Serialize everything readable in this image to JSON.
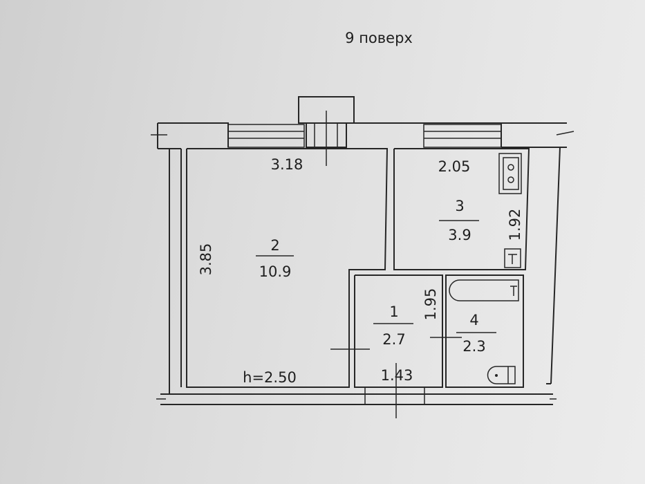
{
  "floor_label": "9 поверх",
  "ceiling_height": "h=2.50",
  "rooms": [
    {
      "number": "1",
      "area": "2.7",
      "dims": [
        "1.43",
        "1.95"
      ]
    },
    {
      "number": "2",
      "area": "10.9",
      "dims": [
        "3.18",
        "3.85"
      ]
    },
    {
      "number": "3",
      "area": "3.9",
      "dims": [
        "2.05",
        "1.92"
      ]
    },
    {
      "number": "4",
      "area": "2.3"
    }
  ]
}
